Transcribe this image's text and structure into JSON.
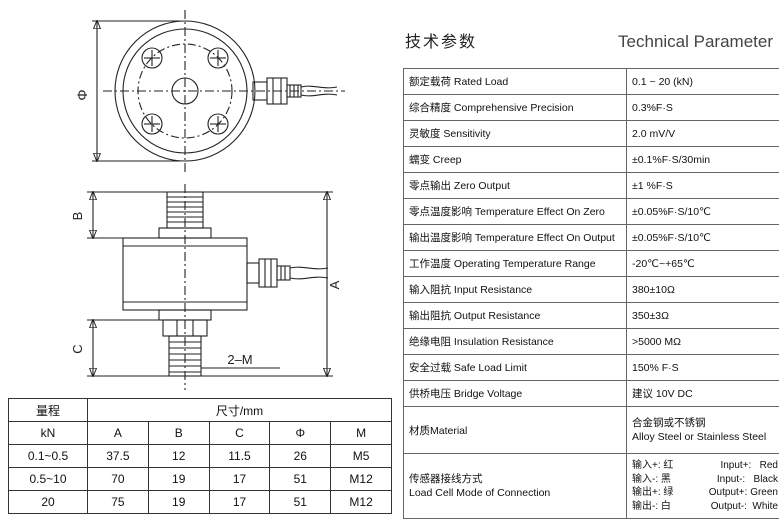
{
  "title": {
    "zh": "技术参数",
    "en": "Technical Parameter"
  },
  "spec": {
    "rows": [
      {
        "label": "额定载荷 Rated Load",
        "value": "0.1 ~ 20 (kN)"
      },
      {
        "label": "综合精度 Comprehensive Precision",
        "value": "0.3%F·S"
      },
      {
        "label": "灵敏度 Sensitivity",
        "value": "2.0 mV/V"
      },
      {
        "label": "蠕变 Creep",
        "value": "±0.1%F·S/30min"
      },
      {
        "label": "零点输出 Zero Output",
        "value": "±1 %F·S"
      },
      {
        "label": "零点温度影响 Temperature Effect On Zero",
        "value": "±0.05%F·S/10℃"
      },
      {
        "label": "输出温度影响 Temperature Effect On Output",
        "value": "±0.05%F·S/10℃"
      },
      {
        "label": "工作温度 Operating Temperature Range",
        "value": "-20℃~+65℃"
      },
      {
        "label": "输入阻抗 Input Resistance",
        "value": "380±10Ω"
      },
      {
        "label": "输出阻抗 Output Resistance",
        "value": "350±3Ω"
      },
      {
        "label": "绝缘电阻 Insulation Resistance",
        "value": ">5000 MΩ"
      },
      {
        "label": "安全过载 Safe Load Limit",
        "value": "150% F·S"
      },
      {
        "label": "供桥电压 Bridge Voltage",
        "value": "建议 10V DC"
      }
    ],
    "material": {
      "label": "材质Material",
      "value_line1": "合金钢或不锈钢",
      "value_line2": "Alloy Steel or Stainless Steel"
    },
    "connection": {
      "label_line1": "传感器接线方式",
      "label_line2": "Load Cell Mode of Connection",
      "lines": [
        {
          "zh": "输入+: 红",
          "en": "Input+:   Red"
        },
        {
          "zh": "输入-: 黑",
          "en": "Input-:   Black"
        },
        {
          "zh": "输出+: 绿",
          "en": "Output+: Green"
        },
        {
          "zh": "输出-: 白",
          "en": "Output-:  White"
        }
      ]
    }
  },
  "dim_table": {
    "header_range": "量程",
    "header_dims": "尺寸/mm",
    "columns": [
      "kN",
      "A",
      "B",
      "C",
      "Φ",
      "M"
    ],
    "rows": [
      [
        "0.1~0.5",
        "37.5",
        "12",
        "11.5",
        "26",
        "M5"
      ],
      [
        "0.5~10",
        "70",
        "19",
        "17",
        "51",
        "M12"
      ],
      [
        "20",
        "75",
        "19",
        "17",
        "51",
        "M12"
      ]
    ]
  },
  "drawing": {
    "phi_label": "Φ",
    "a_label": "A",
    "b_label": "B",
    "c_label": "C",
    "thread_label": "2–M"
  }
}
